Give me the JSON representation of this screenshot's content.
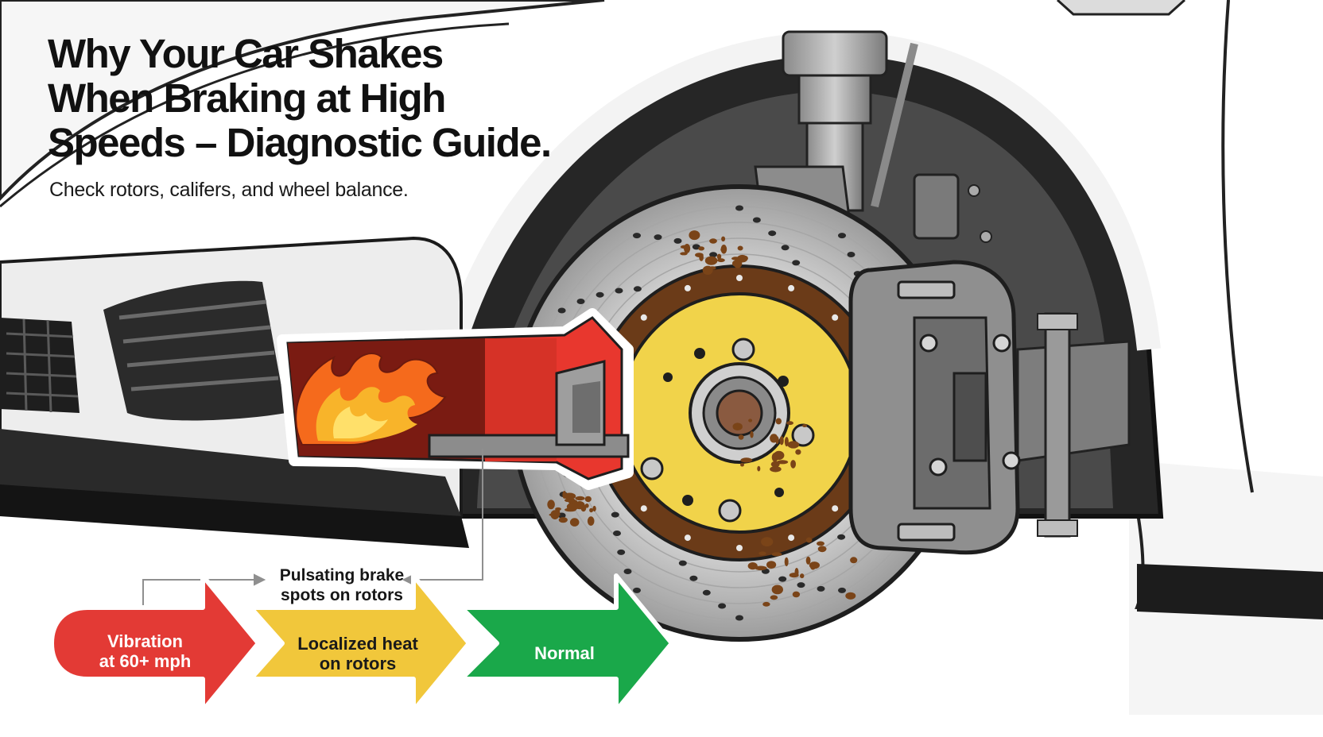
{
  "title": "Why Your Car Shakes When Braking at High Speeds – Diagnostic Guide.",
  "subtitle": "Check rotors, califers, and wheel balance.",
  "callout": {
    "line1": "Pulsating brake",
    "line2": "spots on rotors"
  },
  "flow": [
    {
      "line1": "Vibration",
      "line2": "at 60+ mph",
      "color": "#e33a35"
    },
    {
      "line1": "Localized heat",
      "line2": "on rotors",
      "color": "#f1c73b"
    },
    {
      "line1": "Normal",
      "line2": "",
      "color": "#1aa84a"
    }
  ],
  "colors": {
    "rotor_hub": "#f1d34a",
    "rust": "#6b3b18",
    "heat_red": "#e8372e",
    "flame_orange": "#f56a1c",
    "car_body": "#f4f4f4"
  },
  "icons": [
    "flame-icon",
    "brake-rotor",
    "brake-caliper"
  ]
}
